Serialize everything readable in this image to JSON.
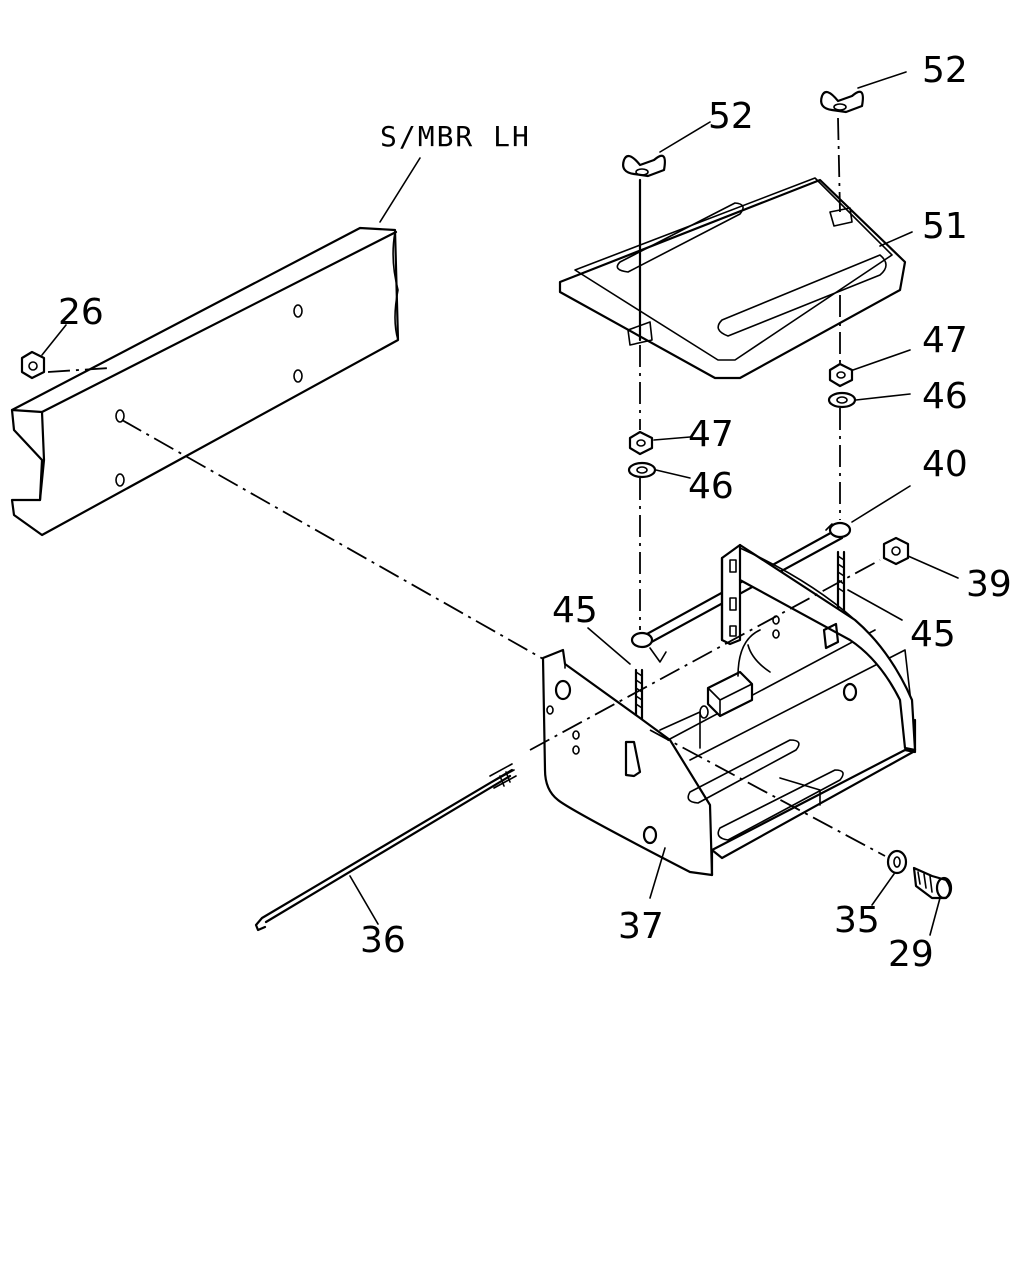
{
  "labels": {
    "frame": "S/MBR LH",
    "p26": "26",
    "p52a": "52",
    "p52b": "52",
    "p51": "51",
    "p47a": "47",
    "p46a": "46",
    "p47b": "47",
    "p46b": "46",
    "p40": "40",
    "p39": "39",
    "p45a": "45",
    "p45b": "45",
    "p36": "36",
    "p37": "37",
    "p35": "35",
    "p29": "29"
  }
}
